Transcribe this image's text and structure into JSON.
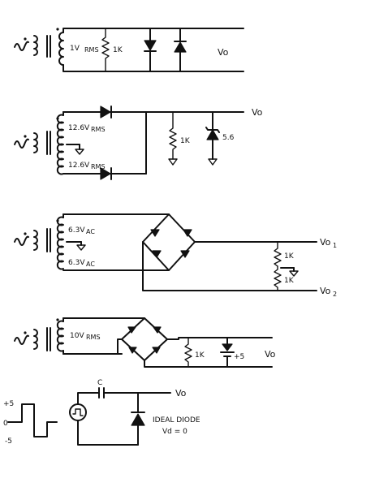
{
  "circuit1": {
    "src_label": "1V",
    "src_sub": "RMS",
    "r_label": "1K",
    "out_label": "Vo"
  },
  "circuit2": {
    "upper_label": "12.6V",
    "upper_sub": "RMS",
    "lower_label": "12.6V",
    "lower_sub": "RMS",
    "r_label": "1K",
    "z_label": "5.6",
    "out_label": "Vo"
  },
  "circuit3": {
    "upper_label": "6.3V",
    "upper_sub": "AC",
    "lower_label": "6.3V",
    "lower_sub": "AC",
    "r1_label": "1K",
    "r2_label": "1K",
    "out1_label": "Vo",
    "out1_sub": "1",
    "out2_label": "Vo",
    "out2_sub": "2"
  },
  "circuit4": {
    "src_label": "10V",
    "src_sub": "RMS",
    "r_label": "1K",
    "cap_label": "+5",
    "out_label": "Vo"
  },
  "circuit5": {
    "wave_high": "+5",
    "wave_zero": "0",
    "wave_low": "-5",
    "cap_label": "C",
    "out_label": "Vo",
    "diode_note1": "IDEAL DIODE",
    "diode_note2": "Vd = 0"
  }
}
